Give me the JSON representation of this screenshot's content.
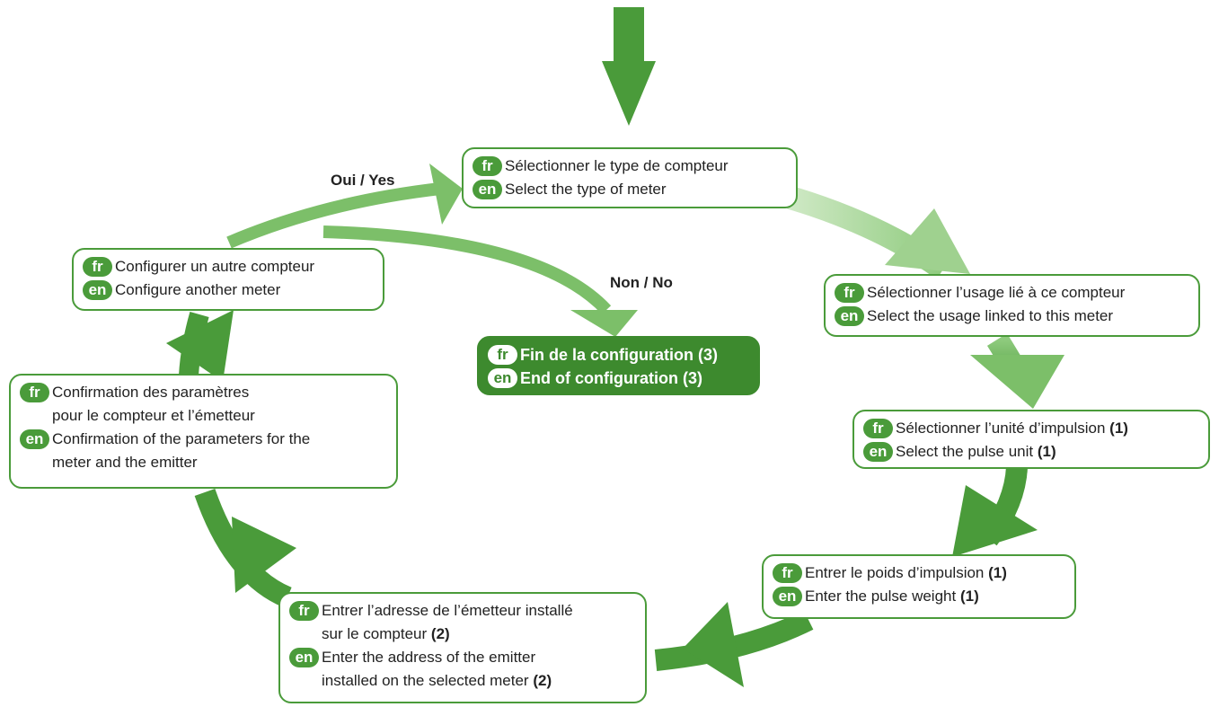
{
  "lang_badges": {
    "fr": "fr",
    "en": "en"
  },
  "colors": {
    "dark_green": "#3d8a2e",
    "green": "#4a9b3a",
    "light_green": "#a7d69a"
  },
  "labels": {
    "yes": "Oui / Yes",
    "no": "Non / No"
  },
  "steps": {
    "select_type": {
      "fr": "Sélectionner le type de compteur",
      "en": "Select the type of meter"
    },
    "select_usage": {
      "fr": "Sélectionner l’usage lié à ce compteur",
      "en": "Select the usage linked to this meter"
    },
    "pulse_unit": {
      "fr": "Sélectionner l’unité d’impulsion",
      "fr_note": "(1)",
      "en": "Select the pulse unit",
      "en_note": "(1)"
    },
    "pulse_weight": {
      "fr": "Entrer le poids d’impulsion",
      "fr_note": "(1)",
      "en": "Enter the pulse weight",
      "en_note": "(1)"
    },
    "emitter_address": {
      "fr_line1": "Entrer l’adresse de l’émetteur installé",
      "fr_line2": "sur le compteur",
      "fr_note": "(2)",
      "en_line1": "Enter the address of the emitter",
      "en_line2": "installed on the selected meter",
      "en_note": "(2)"
    },
    "confirmation": {
      "fr_line1": "Confirmation des paramètres",
      "fr_line2": "pour le compteur et l’émetteur",
      "en_line1": "Confirmation of the parameters for the",
      "en_line2": "meter and the emitter"
    },
    "another_meter": {
      "fr": "Configurer un autre compteur",
      "en": "Configure another meter"
    },
    "end": {
      "fr": "Fin de la configuration (3)",
      "en": "End of configuration (3)"
    }
  }
}
